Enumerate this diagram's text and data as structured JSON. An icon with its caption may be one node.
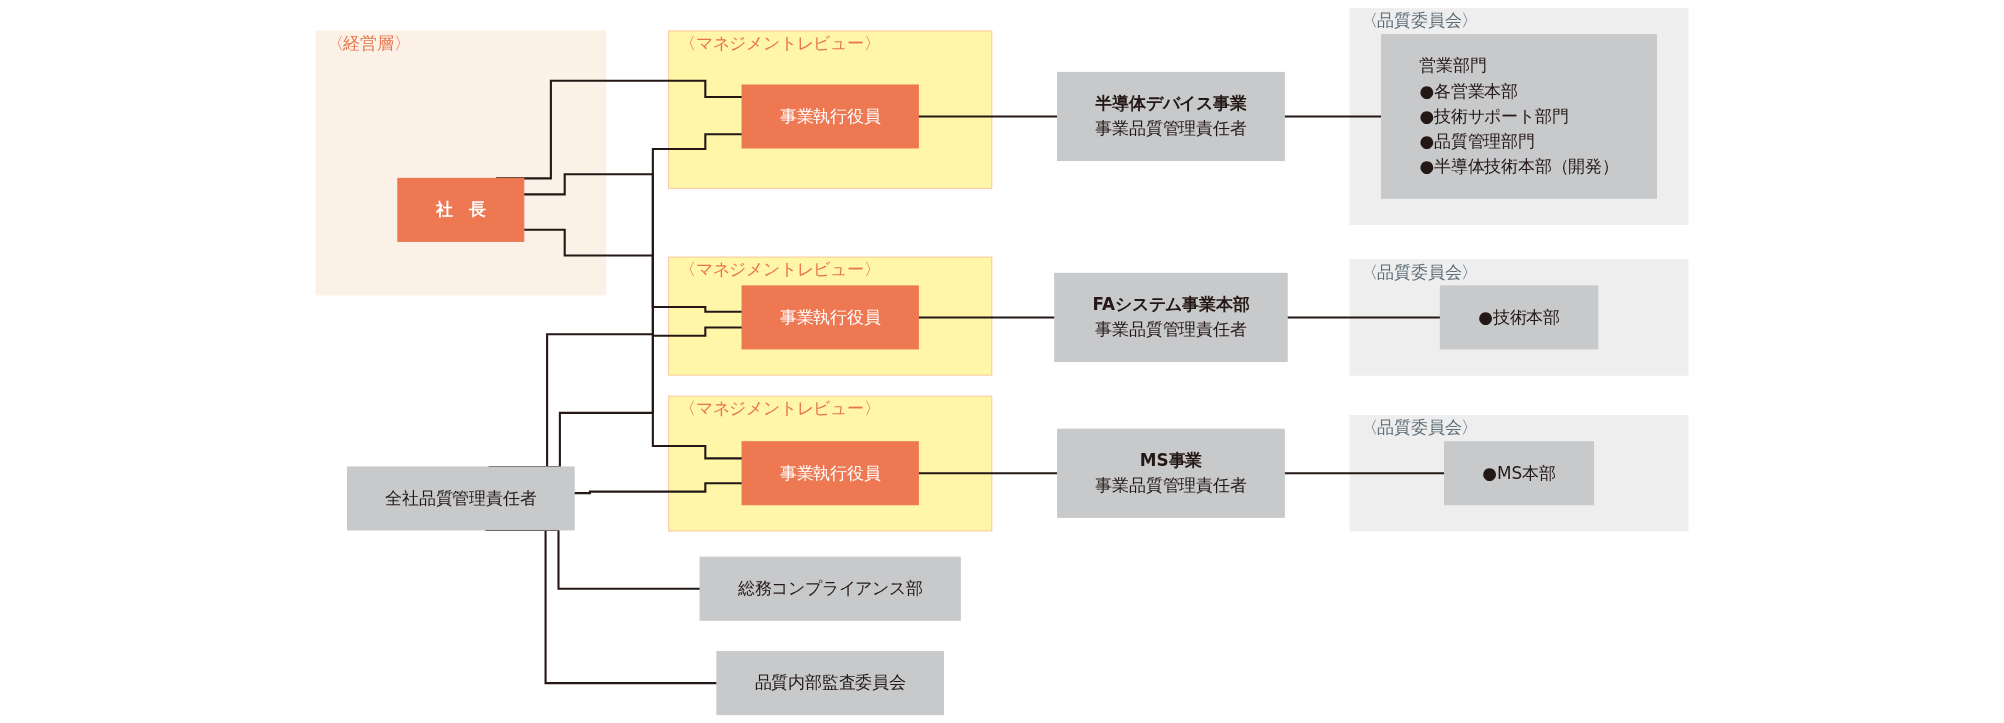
{
  "diagram": {
    "nodes": [
      {
        "text": [
          "〈経営層〉"
        ]
      },
      {
        "text": [
          "社　長"
        ],
        "in": 0
      },
      {
        "text": [
          "〈マネジメントレビュー〉"
        ]
      },
      {
        "text": [
          "事業執行役員"
        ],
        "in": 2
      },
      {
        "text": [
          "半導体デバイス事業",
          "事業品質管理責任者"
        ]
      },
      {
        "text": [
          "〈品質委員会〉"
        ]
      },
      {
        "text": [
          "営業部門",
          "●各営業本部",
          "●技術サポート部門",
          "●品質管理部門",
          "●半導体技術本部（開発）"
        ],
        "in": 5
      },
      {
        "text": [
          "〈マネジメントレビュー〉"
        ]
      },
      {
        "text": [
          "事業執行役員"
        ],
        "in": 7
      },
      {
        "text": [
          "FAシステム事業本部",
          "事業品質管理責任者"
        ]
      },
      {
        "text": [
          "〈品質委員会〉"
        ]
      },
      {
        "text": [
          "●技術本部"
        ],
        "in": 10
      },
      {
        "text": [
          "〈マネジメントレビュー〉"
        ]
      },
      {
        "text": [
          "事業執行役員"
        ],
        "in": 12
      },
      {
        "text": [
          "MS事業",
          "事業品質管理責任者"
        ]
      },
      {
        "text": [
          "〈品質委員会〉"
        ]
      },
      {
        "text": [
          "●MS本部"
        ],
        "in": 15
      },
      {
        "text": [
          "全社品質管理責任者"
        ]
      },
      {
        "text": [
          "総務コンプライアンス部"
        ]
      },
      {
        "text": [
          "品質内部監査委員会"
        ]
      }
    ],
    "edges": [
      {
        "from": 1,
        "to": 3,
        "arrow": "none"
      },
      {
        "from": 1,
        "to": 8,
        "arrow": "none"
      },
      {
        "from": 1,
        "to": 13,
        "arrow": "none"
      },
      {
        "from": 17,
        "to": 3,
        "arrow": "none"
      },
      {
        "from": 17,
        "to": 8,
        "arrow": "none"
      },
      {
        "from": 17,
        "to": 13,
        "arrow": "none"
      },
      {
        "from": 3,
        "to": 4,
        "arrow": "none"
      },
      {
        "from": 4,
        "to": 6,
        "arrow": "none"
      },
      {
        "from": 8,
        "to": 9,
        "arrow": "none"
      },
      {
        "from": 9,
        "to": 11,
        "arrow": "none"
      },
      {
        "from": 13,
        "to": 14,
        "arrow": "none"
      },
      {
        "from": 14,
        "to": 16,
        "arrow": "none"
      },
      {
        "from": 17,
        "to": 18,
        "arrow": "none"
      },
      {
        "from": 17,
        "to": 19,
        "arrow": "none"
      }
    ]
  }
}
